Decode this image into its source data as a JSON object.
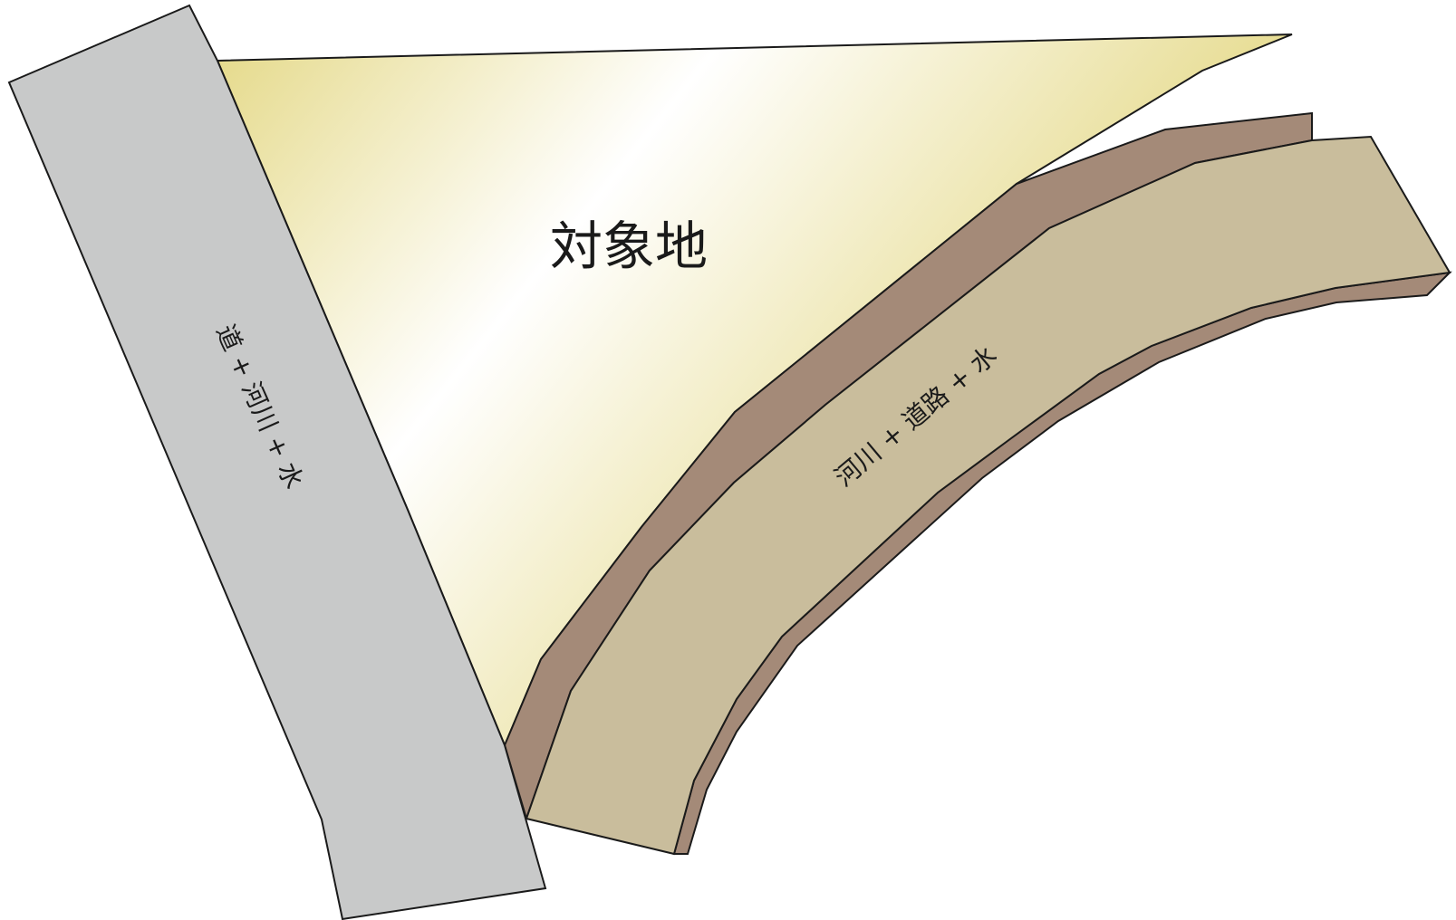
{
  "map": {
    "colors": {
      "target_light": "#ffffff",
      "target_tint": "#e6db8e",
      "left_road": "#c8c9c9",
      "river_band_top": "#a48a78",
      "river_band_face": "#c9bd9c",
      "outline": "#1a1a1a"
    },
    "labels": {
      "target_site": "対象地",
      "left_road": "道 + 河川 + 水",
      "right_river": "河川 + 道路 + 水"
    }
  }
}
